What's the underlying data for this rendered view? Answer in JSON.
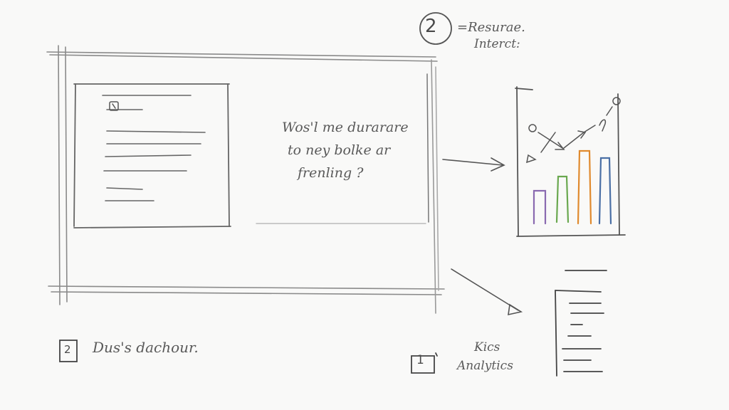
{
  "legend_top": {
    "number": "2",
    "line1": "=Resurae.",
    "line2": "Interct:"
  },
  "question": {
    "line1": "Wos'l me durarare",
    "line2": "to ney bolke ar",
    "line3": "frenling ?"
  },
  "dashboard_label": {
    "number": "2",
    "text": "Dus's dachour."
  },
  "kpi_label": {
    "number": "1",
    "line1": "Kics",
    "line2": "Analytics"
  },
  "chart_colors": {
    "bar1": "#8a6ab0",
    "bar2": "#6aa84f",
    "bar3": "#e08a2e",
    "bar4": "#4a6fa5",
    "ink": "#555555"
  }
}
